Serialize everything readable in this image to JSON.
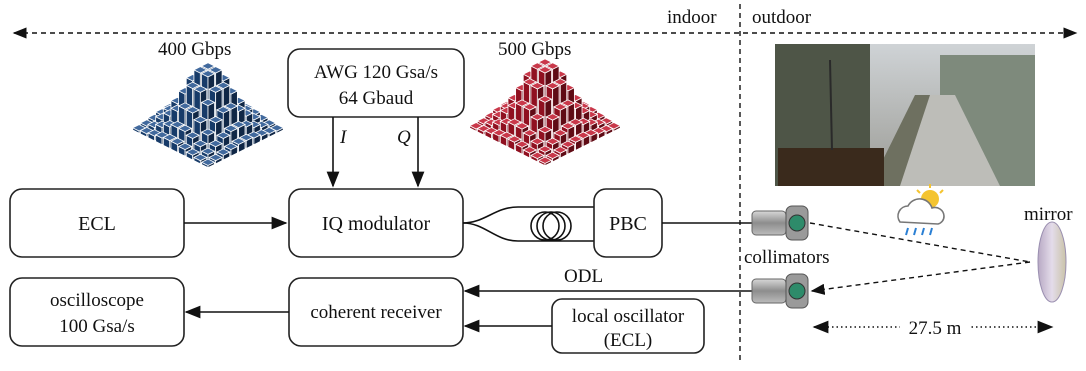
{
  "zones": {
    "indoor": "indoor",
    "outdoor": "outdoor"
  },
  "constellations": {
    "left": {
      "label": "400 Gbps",
      "color": "#1f4e8c"
    },
    "right": {
      "label": "500 Gbps",
      "color": "#c0152a"
    }
  },
  "blocks": {
    "awg_line1": "AWG 120 Gsa/s",
    "awg_line2": "64 Gbaud",
    "ecl": "ECL",
    "iq_modulator": "IQ modulator",
    "pbc": "PBC",
    "oscilloscope_line1": "oscilloscope",
    "oscilloscope_line2": "100 Gsa/s",
    "coherent_receiver": "coherent receiver",
    "local_osc_line1": "local oscillator",
    "local_osc_line2": "(ECL)"
  },
  "signals": {
    "i": "I",
    "q": "Q",
    "odl": "ODL"
  },
  "labels": {
    "collimators": "collimators",
    "mirror": "mirror",
    "distance": "27.5 m"
  },
  "icons": {
    "weather": "cloud-sun-rain-icon",
    "photo": "outdoor-photo"
  }
}
